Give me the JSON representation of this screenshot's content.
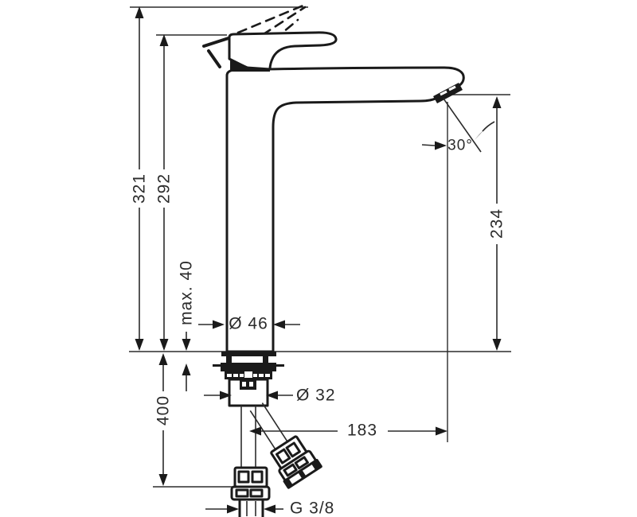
{
  "drawing": {
    "type": "technical-dimension-drawing",
    "subject": "single-lever tall basin mixer faucet, side elevation with mounting hoses",
    "background": "#ffffff",
    "line_color": "#1a1a1a",
    "labels": {
      "total_height": "321",
      "height_to_handle": "292",
      "max_mounting_thickness": "max. 40",
      "spout_clearance_height": "234",
      "hose_length_below_deck": "400",
      "body_diameter": "Ø 46",
      "shank_diameter": "Ø 32",
      "spout_reach": "183",
      "supply_connection": "G 3/8",
      "spray_angle": "30°"
    }
  }
}
